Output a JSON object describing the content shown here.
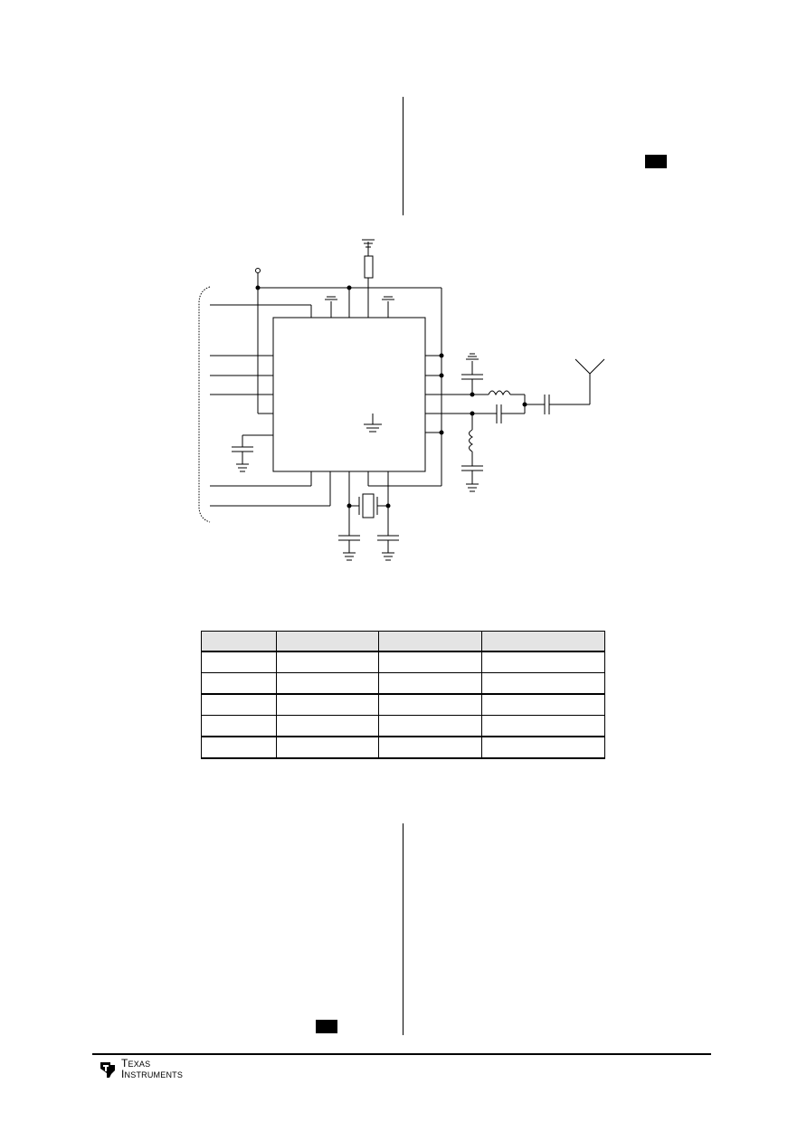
{
  "footer": {
    "brand_line1": "Texas",
    "brand_line2": "Instruments"
  },
  "table": {
    "columns": 4,
    "rows": 6
  }
}
